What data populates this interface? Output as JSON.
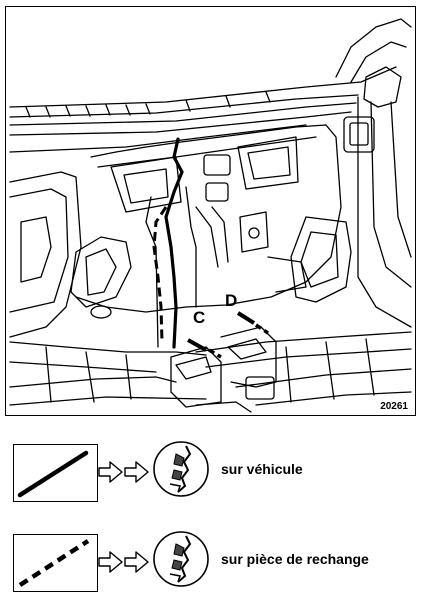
{
  "figure": {
    "label_c": "C",
    "label_d": "D",
    "reference_number": "20261"
  },
  "legend": [
    {
      "line_style": "solid",
      "text": "sur véhicule"
    },
    {
      "line_style": "dashed",
      "text": "sur pièce de rechange"
    }
  ],
  "icons": {
    "arrow": "right-arrow-icon",
    "tool": "spot-weld-drill-icon"
  }
}
